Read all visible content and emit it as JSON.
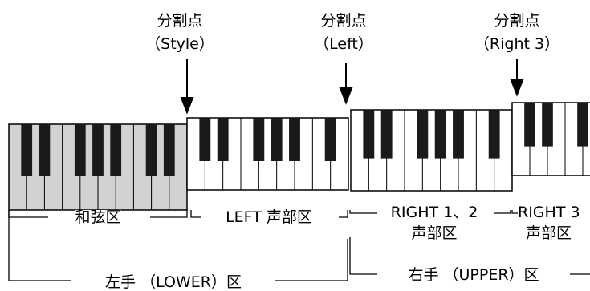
{
  "split_points": [
    {
      "title": "分割点",
      "sub": "（Style）"
    },
    {
      "title": "分割点",
      "sub": "（Left）"
    },
    {
      "title": "分割点",
      "sub": "（Right 3）"
    }
  ],
  "zones": {
    "chord": "和弦区",
    "left_part": "LEFT 声部区",
    "right12_line1": "RIGHT 1、2",
    "right12_line2": "声部区",
    "right3_line1": "RIGHT 3",
    "right3_line2": "声部区",
    "lower": "左手 （LOWER）区",
    "upper": "右手 （UPPER）区"
  },
  "colors": {
    "chord_keys": "#d2d2d2",
    "white_keys": "#ffffff",
    "black_keys": "#1a1a1a",
    "outline": "#000000"
  }
}
